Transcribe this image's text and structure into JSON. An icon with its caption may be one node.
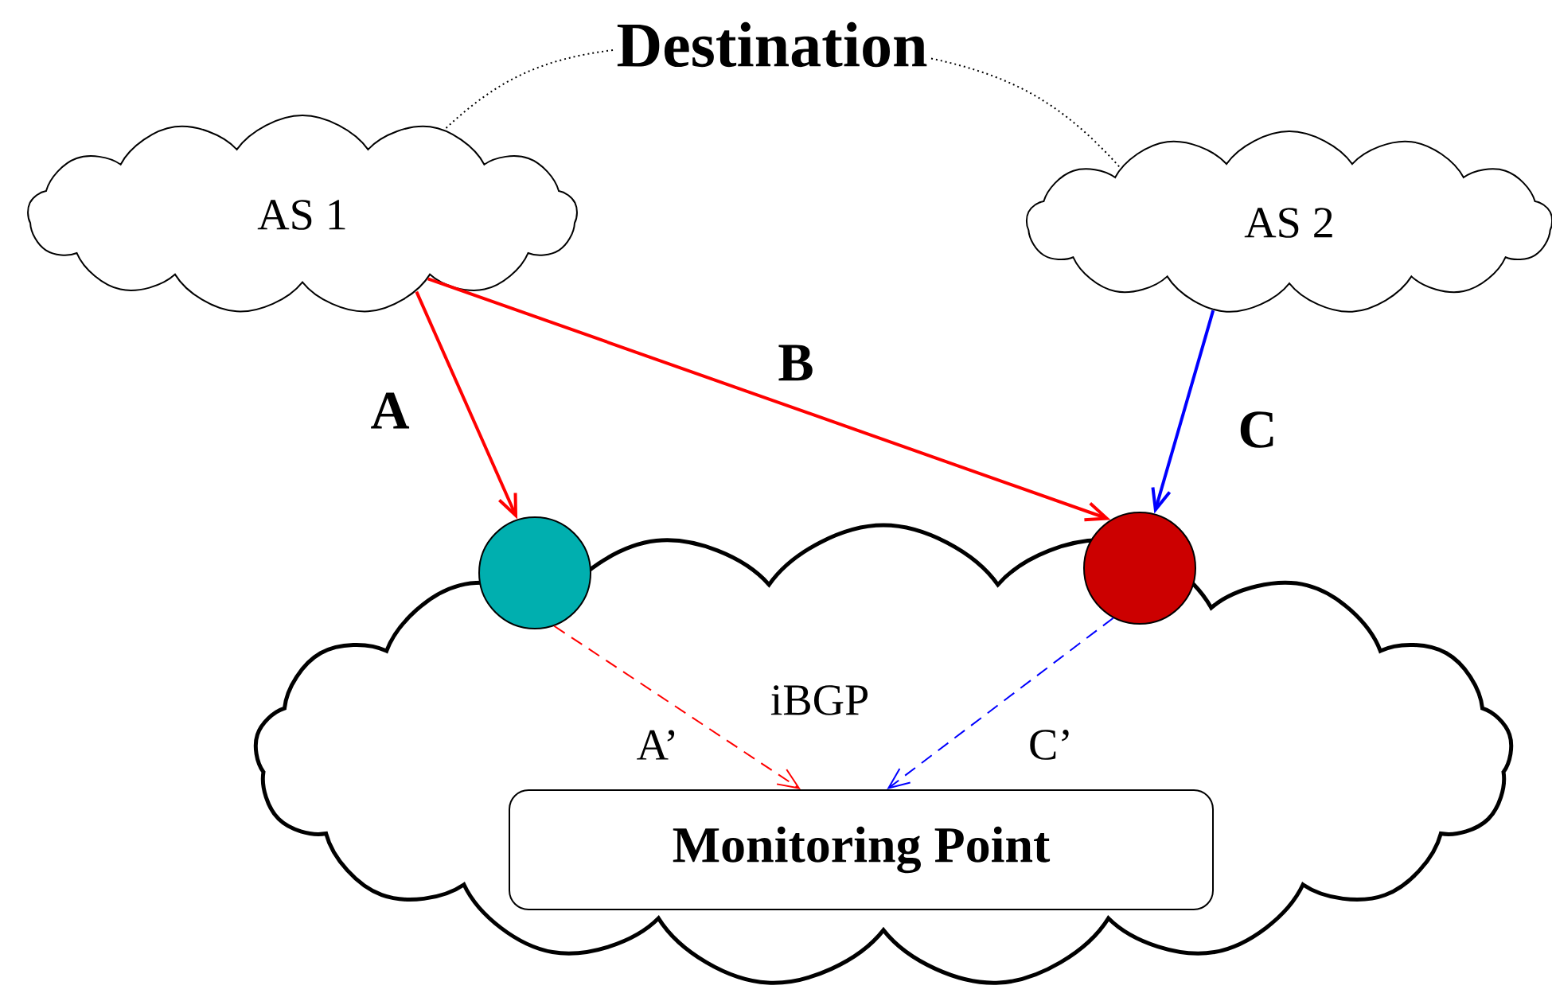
{
  "diagram": {
    "nodes": [
      {
        "text": [
          "Destination"
        ]
      },
      {
        "text": [
          "AS 1"
        ]
      },
      {
        "text": [
          "AS 2"
        ]
      },
      {
        "text": [
          "iBGP"
        ]
      },
      {
        "text": [],
        "shape": "circle"
      },
      {
        "text": [],
        "shape": "circle"
      },
      {
        "text": [
          "Monitoring Point"
        ],
        "in": 3
      }
    ],
    "edges": [
      {
        "from": 0,
        "to": 1,
        "arrow": "none",
        "style": "dashed",
        "color": "#000000"
      },
      {
        "from": 0,
        "to": 2,
        "arrow": "none",
        "style": "dashed",
        "color": "#000000"
      },
      {
        "from": 1,
        "to": 4,
        "arrow": "to",
        "label": "A",
        "color": "#ff0000"
      },
      {
        "from": 1,
        "to": 5,
        "arrow": "to",
        "label": "B",
        "color": "#ff0000"
      },
      {
        "from": 2,
        "to": 5,
        "arrow": "to",
        "label": "C",
        "color": "#0000ff"
      },
      {
        "from": 4,
        "to": 6,
        "arrow": "to",
        "label": "A’",
        "style": "dashed",
        "color": "#ff0000"
      },
      {
        "from": 5,
        "to": 6,
        "arrow": "to",
        "label": "C’",
        "style": "dashed",
        "color": "#0000ff"
      }
    ]
  }
}
